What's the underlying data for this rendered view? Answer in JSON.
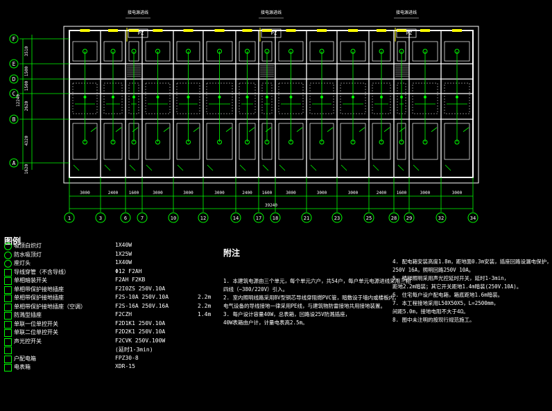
{
  "axes_rows": [
    {
      "id": "F"
    },
    {
      "id": "E"
    },
    {
      "id": "D"
    },
    {
      "id": "C"
    },
    {
      "id": "B"
    },
    {
      "id": "A"
    }
  ],
  "row_dims": [
    "3510",
    "1500",
    "1500",
    "2620",
    "4320",
    "1620"
  ],
  "row_total": "12240",
  "axes_cols": [
    "1",
    "3",
    "6",
    "7",
    "10",
    "12",
    "14",
    "17",
    "18",
    "21",
    "23",
    "25",
    "28",
    "29",
    "32",
    "34"
  ],
  "col_dims": [
    "3000",
    "2400",
    "1600",
    "3000",
    "3000",
    "3000",
    "2400",
    "1600",
    "3000",
    "3000",
    "3000",
    "2400",
    "1600",
    "3000",
    "3000"
  ],
  "col_total": "39240",
  "riser_label": "接电源进线",
  "panel_label": "PZ",
  "legend_title": "图例",
  "legend": [
    {
      "label": "吸顶白炽灯",
      "spec": "1X40W",
      "extra": ""
    },
    {
      "label": "防水吸顶灯",
      "spec": "1X25W",
      "extra": ""
    },
    {
      "label": "座灯头",
      "spec": "1X40W",
      "extra": ""
    },
    {
      "label": "导线穿管（不含导线）",
      "spec": "Φ12 F2AH",
      "extra": ""
    },
    {
      "label": "单相暗装开关",
      "spec": "F2AH F2KB",
      "extra": ""
    },
    {
      "label": "单相带保护接地插座",
      "spec": "F2I0ZS 250V.10A",
      "extra": ""
    },
    {
      "label": "单相带保护接地插座",
      "spec": "F2S-10A 250V.10A",
      "extra": "2.2m"
    },
    {
      "label": "单相带保护接地插座（空调）",
      "spec": "F2S-16A 250V.16A",
      "extra": "2.2m"
    },
    {
      "label": "防溅型插座",
      "spec": "F2CZH",
      "extra": "1.4m"
    },
    {
      "label": "单联一位单控开关",
      "spec": "F2D1K1 250V.10A",
      "extra": ""
    },
    {
      "label": "单联二位单控开关",
      "spec": "F2D2K1 250V.10A",
      "extra": ""
    },
    {
      "label": "声光控开关",
      "spec": "F2CVK 250V.100W",
      "extra": ""
    },
    {
      "label": "",
      "spec": "(延时1-3min)",
      "extra": ""
    },
    {
      "label": "户配电箱",
      "spec": "FPZ30-8",
      "extra": ""
    },
    {
      "label": "电表箱",
      "spec": "XDR-15",
      "extra": ""
    }
  ],
  "notes_title": "附注",
  "notes_left": [
    "1. 本建筑电源由三个单元，每个单元六户，共54户，每户单元电源进线采用三相",
    "   四线（~380/220V）引入。",
    "2. 室内照明线路采用BV型铜芯导线穿阻燃PVC管，暗敷设于墙内或楼板内，",
    "   电气设备的导线接地一律采用PE线，与建筑物防雷接地共用接地装置。",
    "3. 每户设计容量40W，总表箱，回路设25V防溅插座，",
    "   40W表箱由户计，计量电表高2.5m。"
  ],
  "notes_right": [
    "4. 配电箱安装高度1.8m，距地面0.3m安装，插座回路设漏电保护，",
    "   250V 16A，照明回路250V 10A。",
    "5. 楼梯照明采用声光控延时开关，延时1-3min，",
    "   距地2.2m暗装；其它开关距地1.4m暗装(250V.10A)。",
    "6. 住宅每户设户配电箱，箱底距地1.6m暗装。",
    "7. 本工程接地采用L50X50X5，L=2500mm，",
    "   间距5.0m，接地电阻不大于4Ω。",
    "8. 图中未注明的按现行规范施工。"
  ],
  "colors": {
    "wall": "#ffffff",
    "wire": "#00ff00",
    "dim": "#00ff00",
    "text": "#ffffff",
    "accent": "#ffff00",
    "axis_circle": "#00ff00",
    "background": "#000000",
    "dashed": "#ff0000"
  }
}
